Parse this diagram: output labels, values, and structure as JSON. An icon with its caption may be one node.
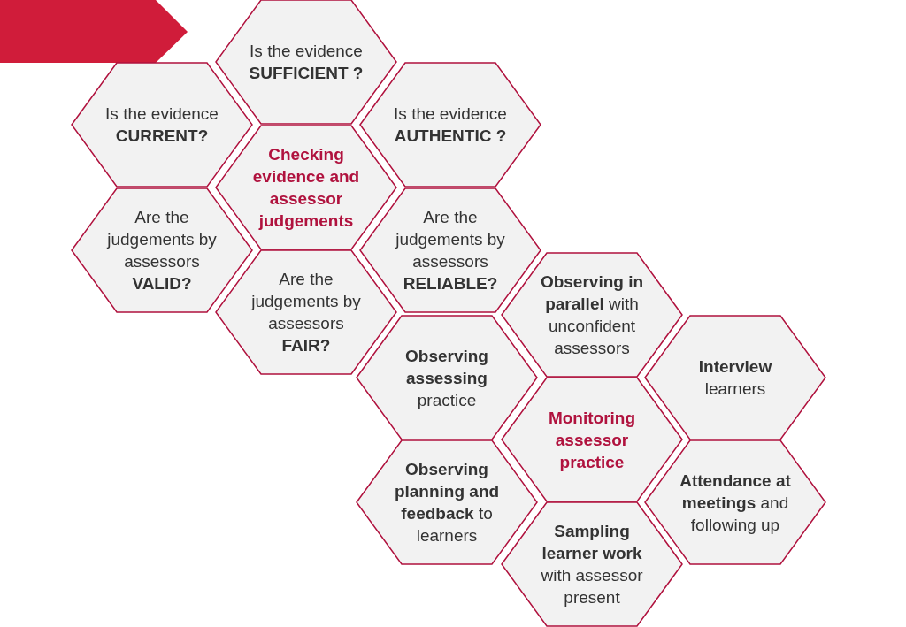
{
  "diagram": {
    "nodes": [
      {
        "text": [
          "Is the evidence **SUFFICIENT ?**"
        ]
      },
      {
        "text": [
          "Is the evidence **CURRENT?**"
        ]
      },
      {
        "text": [
          "Is the evidence **AUTHENTIC ?**"
        ]
      },
      {
        "text": [
          "Checking evidence and assessor judgements"
        ]
      },
      {
        "text": [
          "Are the judgements by assessors **VALID?**"
        ]
      },
      {
        "text": [
          "Are the judgements by assessors **RELIABLE?**"
        ]
      },
      {
        "text": [
          "Are the judgements by assessors **FAIR?**"
        ]
      },
      {
        "text": [
          "**Observing in parallel** with unconfident assessors"
        ]
      },
      {
        "text": [
          "**Interview** learners"
        ]
      },
      {
        "text": [
          "**Observing assessing** practice"
        ]
      },
      {
        "text": [
          "Monitoring assessor practice"
        ]
      },
      {
        "text": [
          "**Observing planning and feedback** to learners"
        ]
      },
      {
        "text": [
          "**Attendance at meetings** and following up"
        ]
      },
      {
        "text": [
          "**Sampling learner work** with assessor present"
        ]
      }
    ],
    "edges": []
  }
}
